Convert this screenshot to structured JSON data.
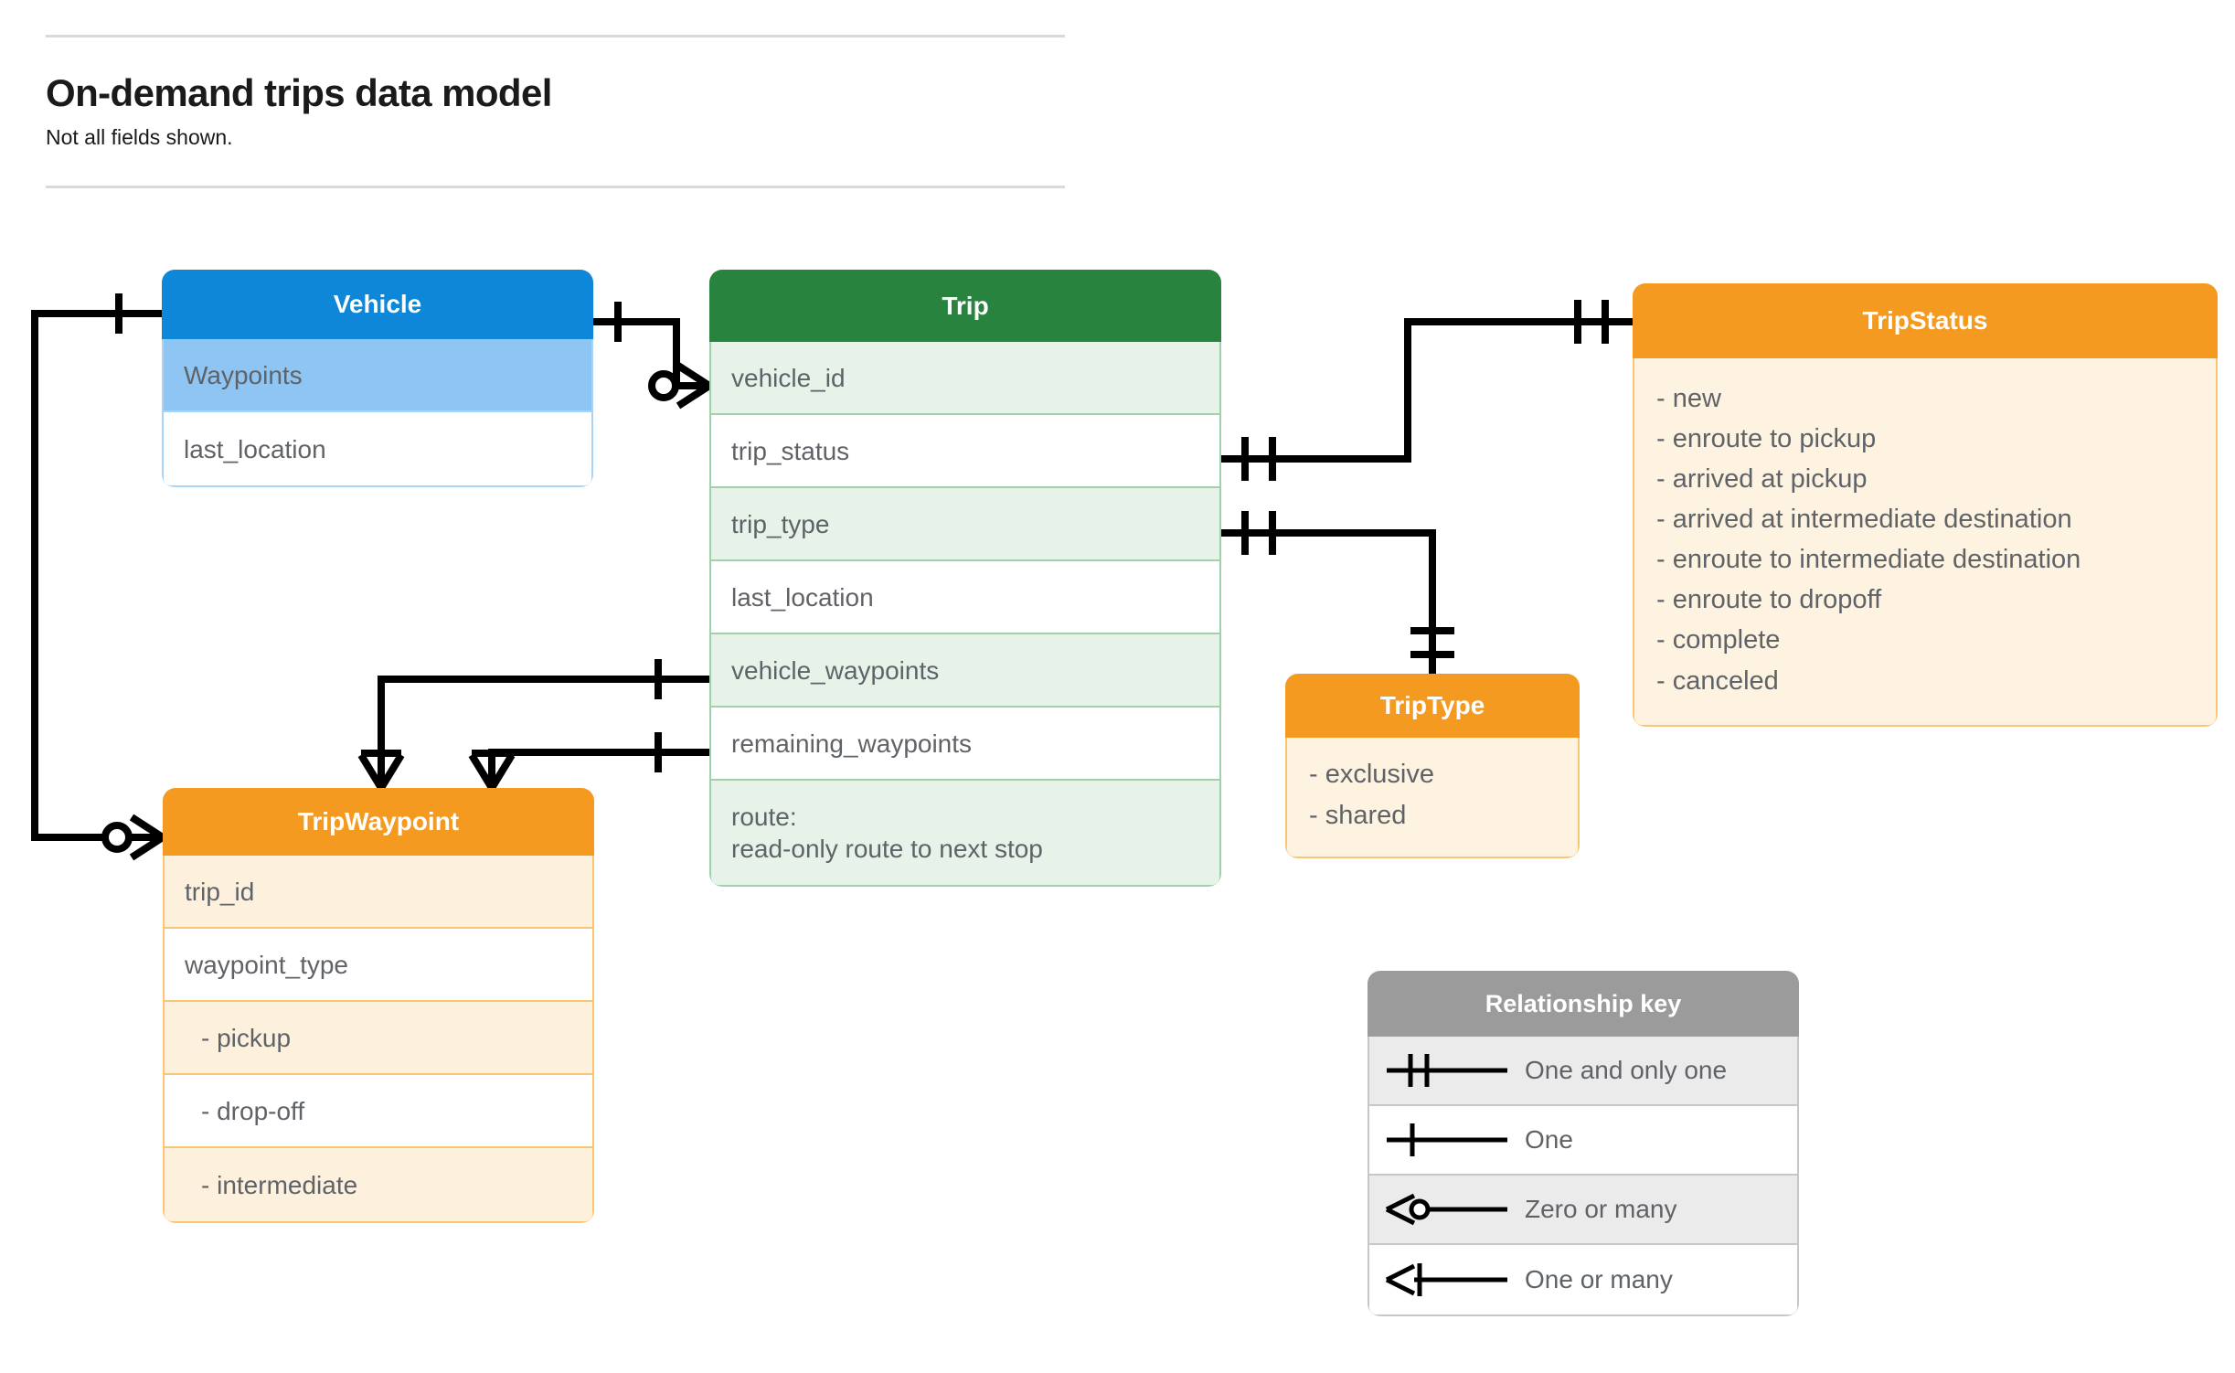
{
  "header": {
    "title": "On-demand trips data model",
    "subtitle": "Not all fields shown."
  },
  "colors": {
    "vehicle_header": "#0f87d8",
    "vehicle_row_highlight": "#8ec5f2",
    "vehicle_border": "#a8d5f7",
    "trip_header": "#28833f",
    "trip_row_alt": "#e7f2e9",
    "trip_border": "#9fd1ad",
    "orange_header": "#f59a20",
    "orange_body": "#fdf3e0",
    "orange_border": "#f8c675",
    "legend_header": "#9b9b9b",
    "legend_row_alt": "#ebebeb",
    "connector": "#000000",
    "text": "#5f6368"
  },
  "entities": {
    "vehicle": {
      "title": "Vehicle",
      "rows": [
        {
          "label": "Waypoints",
          "highlighted": true
        },
        {
          "label": "last_location",
          "highlighted": false
        }
      ]
    },
    "trip": {
      "title": "Trip",
      "rows": [
        {
          "label": "vehicle_id"
        },
        {
          "label": "trip_status"
        },
        {
          "label": "trip_type"
        },
        {
          "label": "last_location"
        },
        {
          "label": "vehicle_waypoints"
        },
        {
          "label": "remaining_waypoints"
        },
        {
          "label": "route:",
          "label2": "read-only route to next stop"
        }
      ]
    },
    "trip_status": {
      "title": "TripStatus",
      "values": [
        "- new",
        "- enroute to pickup",
        "- arrived at pickup",
        "- arrived at intermediate destination",
        "- enroute to intermediate destination",
        "- enroute to dropoff",
        "- complete",
        "- canceled"
      ]
    },
    "trip_type": {
      "title": "TripType",
      "values": [
        "- exclusive",
        "- shared"
      ]
    },
    "trip_waypoint": {
      "title": "TripWaypoint",
      "rows": [
        {
          "label": "trip_id",
          "indent": false
        },
        {
          "label": "waypoint_type",
          "indent": false
        },
        {
          "label": "-  pickup",
          "indent": true
        },
        {
          "label": "-  drop-off",
          "indent": true
        },
        {
          "label": "-  intermediate",
          "indent": true
        }
      ]
    }
  },
  "relationship_key": {
    "title": "Relationship key",
    "items": [
      {
        "symbol": "one-and-only-one-icon",
        "label": "One and only one"
      },
      {
        "symbol": "one-icon",
        "label": "One"
      },
      {
        "symbol": "zero-or-many-icon",
        "label": "Zero or many"
      },
      {
        "symbol": "one-or-many-icon",
        "label": "One or many"
      }
    ]
  },
  "relationships": [
    {
      "from": "Vehicle",
      "from_cardinality": "one",
      "to": "Trip.vehicle_id",
      "to_cardinality": "zero-or-many"
    },
    {
      "from": "Vehicle.Waypoints",
      "from_cardinality": "one",
      "to": "TripWaypoint",
      "to_cardinality": "zero-or-many"
    },
    {
      "from": "Trip.trip_status",
      "from_cardinality": "one-and-only-one",
      "to": "TripStatus",
      "to_cardinality": "one-and-only-one"
    },
    {
      "from": "Trip.trip_type",
      "from_cardinality": "one-and-only-one",
      "to": "TripType",
      "to_cardinality": "one-and-only-one"
    },
    {
      "from": "Trip.vehicle_waypoints",
      "from_cardinality": "one",
      "to": "TripWaypoint",
      "to_cardinality": "one-or-many"
    },
    {
      "from": "Trip.remaining_waypoints",
      "from_cardinality": "one",
      "to": "TripWaypoint",
      "to_cardinality": "one-or-many"
    }
  ]
}
